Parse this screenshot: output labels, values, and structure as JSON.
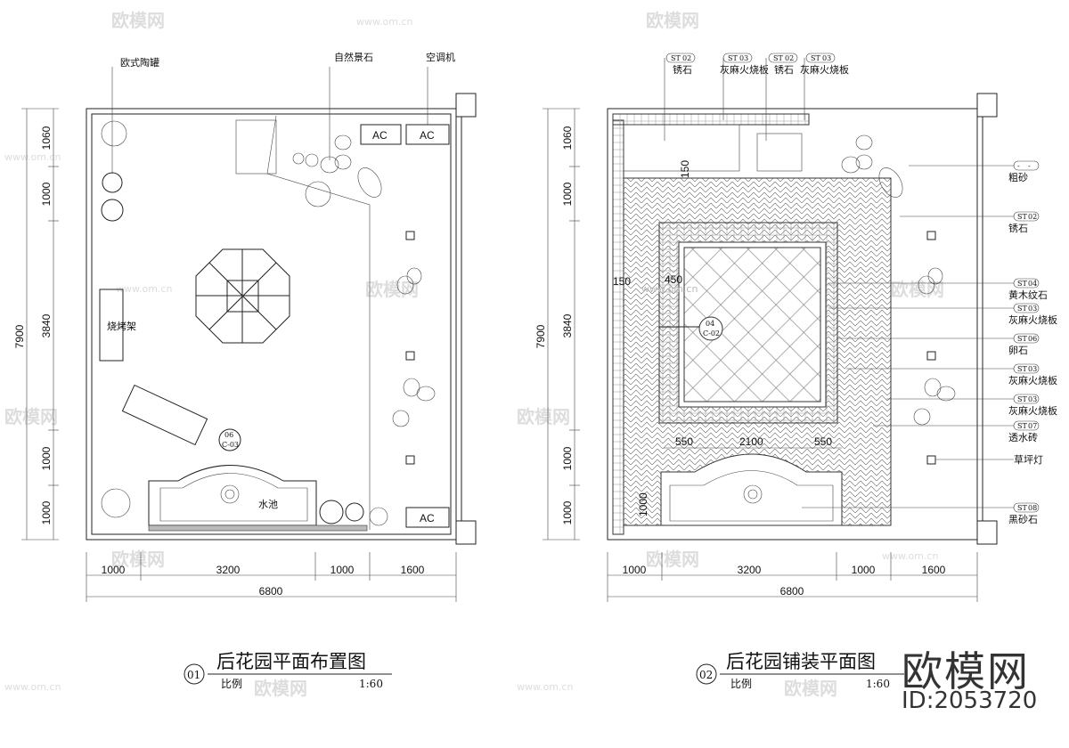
{
  "watermark": {
    "brand": "欧模网",
    "url": "www.om.cn",
    "id": "ID:2053720"
  },
  "plan_left": {
    "title": "后花园平面布置图",
    "number": "01",
    "scale_label": "比例",
    "scale": "1:60",
    "labels": {
      "urn": "欧式陶罐",
      "rock": "自然景石",
      "ac_unit": "空调机",
      "bbq": "烧烤架",
      "pond": "水池",
      "ac": "AC"
    },
    "section_mark": {
      "top": "06",
      "bottom": "C-03"
    },
    "dims_left": [
      "7900",
      "1060",
      "1000",
      "3840",
      "1000",
      "1000"
    ],
    "dims_bottom": [
      "1000",
      "3200",
      "1000",
      "1600",
      "6800"
    ]
  },
  "plan_right": {
    "title": "后花园铺装平面图",
    "number": "02",
    "scale_label": "比例",
    "scale": "1:60",
    "top_tags": [
      {
        "code": "ST",
        "num": "02",
        "name": "锈石"
      },
      {
        "code": "ST",
        "num": "03",
        "name": "灰麻火烧板"
      },
      {
        "code": "ST",
        "num": "02",
        "name": "锈石"
      },
      {
        "code": "ST",
        "num": "03",
        "name": "灰麻火烧板"
      }
    ],
    "side_tags": [
      {
        "code": "-",
        "num": "-",
        "name": "粗砂"
      },
      {
        "code": "ST",
        "num": "02",
        "name": "锈石"
      },
      {
        "code": "ST",
        "num": "04",
        "name": "黄木纹石"
      },
      {
        "code": "ST",
        "num": "03",
        "name": "灰麻火烧板"
      },
      {
        "code": "ST",
        "num": "06",
        "name": "卵石"
      },
      {
        "code": "ST",
        "num": "03",
        "name": "灰麻火烧板"
      },
      {
        "code": "ST",
        "num": "03",
        "name": "灰麻火烧板"
      },
      {
        "code": "ST",
        "num": "07",
        "name": "透水砖"
      },
      {
        "code": "",
        "num": "",
        "name": "草坪灯"
      },
      {
        "code": "ST",
        "num": "08",
        "name": "黑砂石"
      }
    ],
    "section_mark": {
      "top": "04",
      "bottom": "C-02"
    },
    "inner_dims": {
      "d150a": "150",
      "d150b": "150",
      "d450": "450",
      "d550a": "550",
      "d2100": "2100",
      "d550b": "550",
      "d1000": "1000"
    },
    "dims_left": [
      "7900",
      "1060",
      "1000",
      "3840",
      "1000",
      "1000"
    ],
    "dims_bottom": [
      "1000",
      "3200",
      "1000",
      "1600",
      "6800"
    ]
  }
}
